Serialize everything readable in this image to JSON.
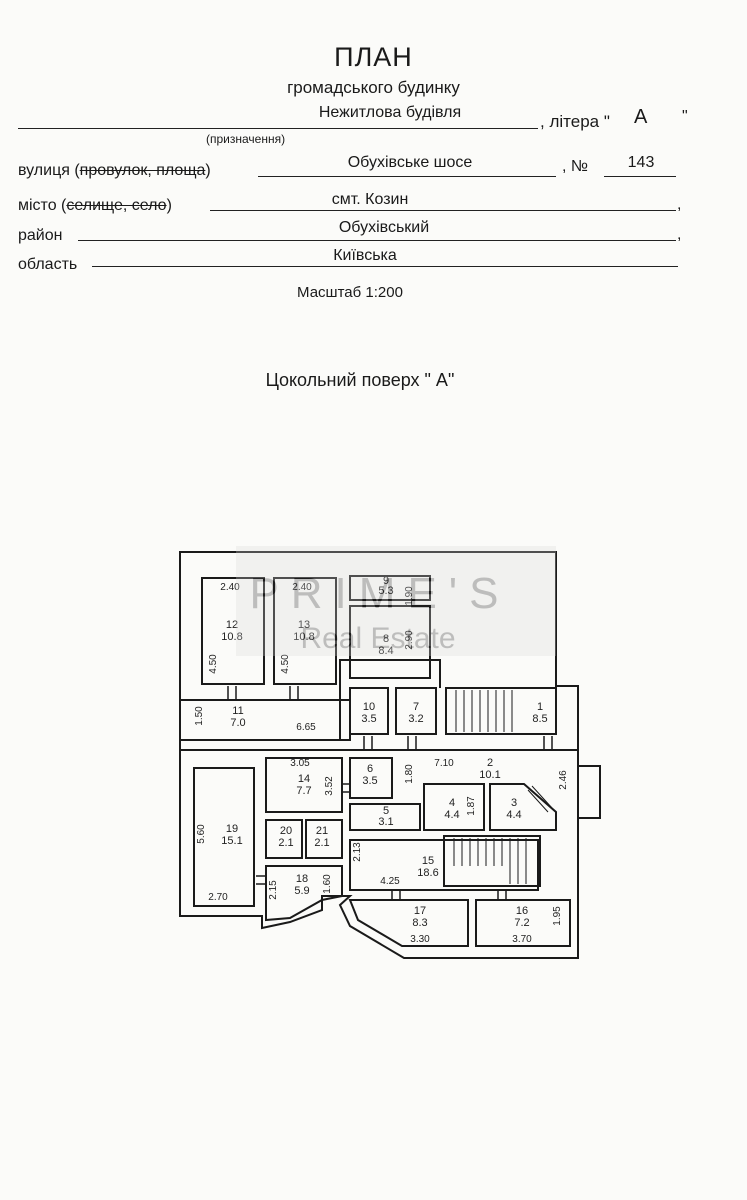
{
  "header": {
    "title": "ПЛАН",
    "subtitle": "громадського будинку"
  },
  "fields": {
    "purpose_value": "Нежитлова будівля",
    "litera_label": ", літера \"",
    "litera_value": "А",
    "litera_close": "\"",
    "purpose_caption": "(призначення)",
    "street_label_a": "вулиця (",
    "street_label_struck": "провулок, площа",
    "street_label_b": ")",
    "street_value": "Обухівське шосе",
    "number_label": ", №",
    "number_value": "143",
    "city_label_a": "місто (",
    "city_label_struck": "селище, село",
    "city_label_b": ")",
    "city_value": "смт. Козин",
    "district_label": "район",
    "district_value": "Обухівський",
    "region_label": "область",
    "region_value": "Київська",
    "comma": ","
  },
  "scale": "Масштаб 1:200",
  "floor_title": "Цокольний поверх  \" А\"",
  "watermark": {
    "brand": "PRIME'S",
    "sub": "Real Estate"
  },
  "plan": {
    "rooms": [
      {
        "num": "12",
        "area": "10.8",
        "dims": [
          "2.40",
          "4.50"
        ]
      },
      {
        "num": "13",
        "area": "10.8",
        "dims": [
          "2.40",
          "4.50"
        ]
      },
      {
        "num": "9",
        "area": "5.3",
        "dims": [
          "1.90"
        ]
      },
      {
        "num": "8",
        "area": "8.4",
        "dims": [
          "2.90"
        ]
      },
      {
        "num": "11",
        "area": "7.0",
        "dims": [
          "1.50",
          "6.65"
        ]
      },
      {
        "num": "10",
        "area": "3.5",
        "dims": []
      },
      {
        "num": "7",
        "area": "3.2",
        "dims": []
      },
      {
        "num": "1",
        "area": "8.5",
        "dims": []
      },
      {
        "num": "14",
        "area": "7.7",
        "dims": [
          "3.05",
          "3.52"
        ]
      },
      {
        "num": "6",
        "area": "3.5",
        "dims": [
          "1.80"
        ]
      },
      {
        "num": "5",
        "area": "3.1",
        "dims": []
      },
      {
        "num": "2",
        "area": "10.1",
        "dims": [
          "7.10",
          "2.46"
        ]
      },
      {
        "num": "4",
        "area": "4.4",
        "dims": [
          "1.87"
        ]
      },
      {
        "num": "3",
        "area": "4.4",
        "dims": []
      },
      {
        "num": "19",
        "area": "15.1",
        "dims": [
          "5.60",
          "2.70"
        ]
      },
      {
        "num": "20",
        "area": "2.1",
        "dims": []
      },
      {
        "num": "21",
        "area": "2.1",
        "dims": []
      },
      {
        "num": "18",
        "area": "5.9",
        "dims": [
          "2.15",
          "1.60"
        ]
      },
      {
        "num": "15",
        "area": "18.6",
        "dims": [
          "2.13",
          "4.25"
        ]
      },
      {
        "num": "17",
        "area": "8.3",
        "dims": [
          "3.30"
        ]
      },
      {
        "num": "16",
        "area": "7.2",
        "dims": [
          "3.70",
          "1.95"
        ]
      }
    ]
  }
}
